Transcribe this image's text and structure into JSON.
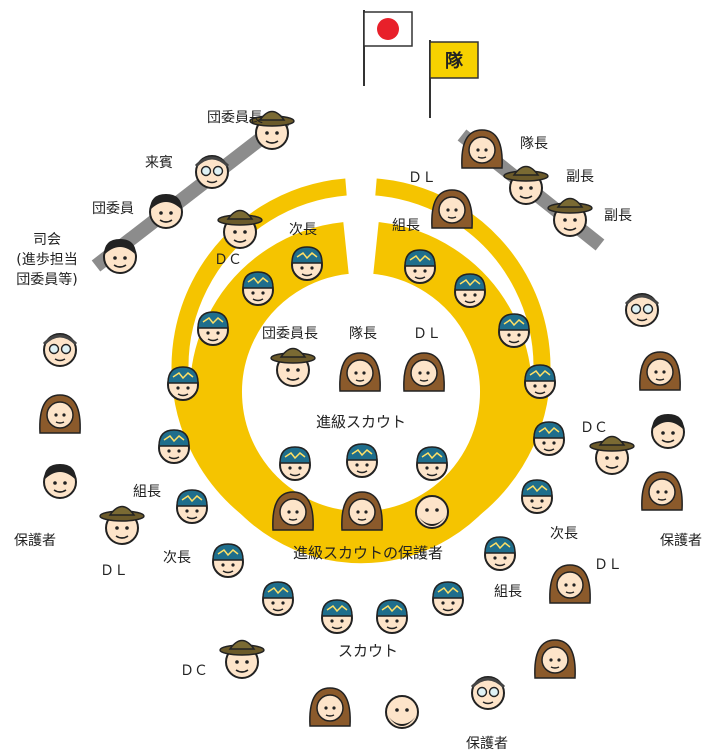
{
  "flags": {
    "national": {
      "color": "#e8202a"
    },
    "troop": {
      "label": "隊",
      "color": "#f7d100"
    }
  },
  "colors": {
    "ring": "#f5c400",
    "ribbon": "#8c8c8c",
    "hat": "#7a6a33",
    "cap": "#1f6e8c",
    "skin": "#fde4c9"
  },
  "labels": {
    "dantaiincho": "団委員長",
    "raihin": "来賓",
    "dantaiin": "団委員",
    "shikai": "司会",
    "shikai_sub1": "(進歩担当",
    "shikai_sub2": "団委員等)",
    "taicho": "隊長",
    "fukucho_1": "副長",
    "fukucho_2": "副長",
    "dl_top": "ＤＬ",
    "kumicho_top": "組長",
    "jicho_top": "次長",
    "dc_top": "ＤＣ",
    "center_dantaiincho": "団委員長",
    "center_taicho": "隊長",
    "center_dl": "ＤＬ",
    "shinkyu_scout": "進級スカウト",
    "shinkyu_hogosha": "進級スカウトの保護者",
    "kumicho_left": "組長",
    "jicho_left": "次長",
    "dl_left": "ＤＬ",
    "hogosha_left": "保護者",
    "dc_right": "ＤＣ",
    "jicho_right": "次長",
    "dl_right": "ＤＬ",
    "kumicho_right": "組長",
    "hogosha_right": "保護者",
    "dc_bottom": "ＤＣ",
    "scout": "スカウト",
    "hogosha_bottom": "保護者"
  }
}
